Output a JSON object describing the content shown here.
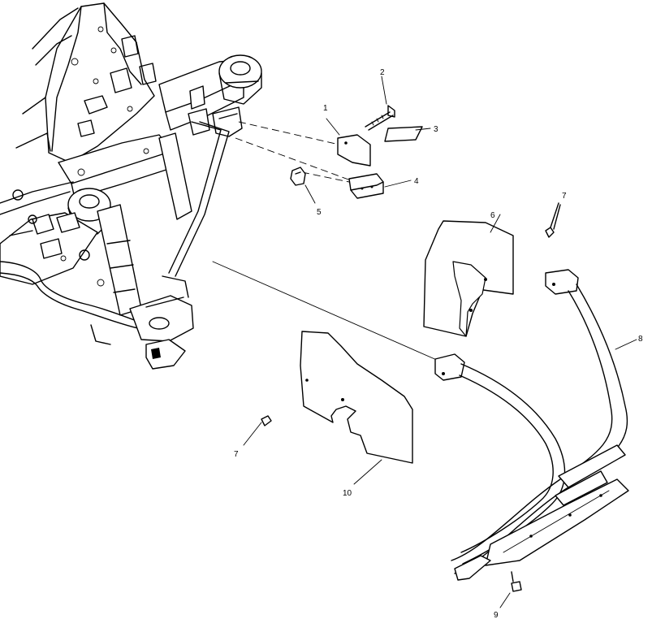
{
  "callouts": {
    "c1": "1",
    "c2": "2",
    "c3": "3",
    "c4": "4",
    "c5": "5",
    "c6": "6",
    "c7_top": "7",
    "c7_bottom": "7",
    "c8": "8",
    "c9": "9",
    "c10": "10"
  },
  "colors": {
    "ink": "#000000",
    "paper": "#ffffff"
  }
}
